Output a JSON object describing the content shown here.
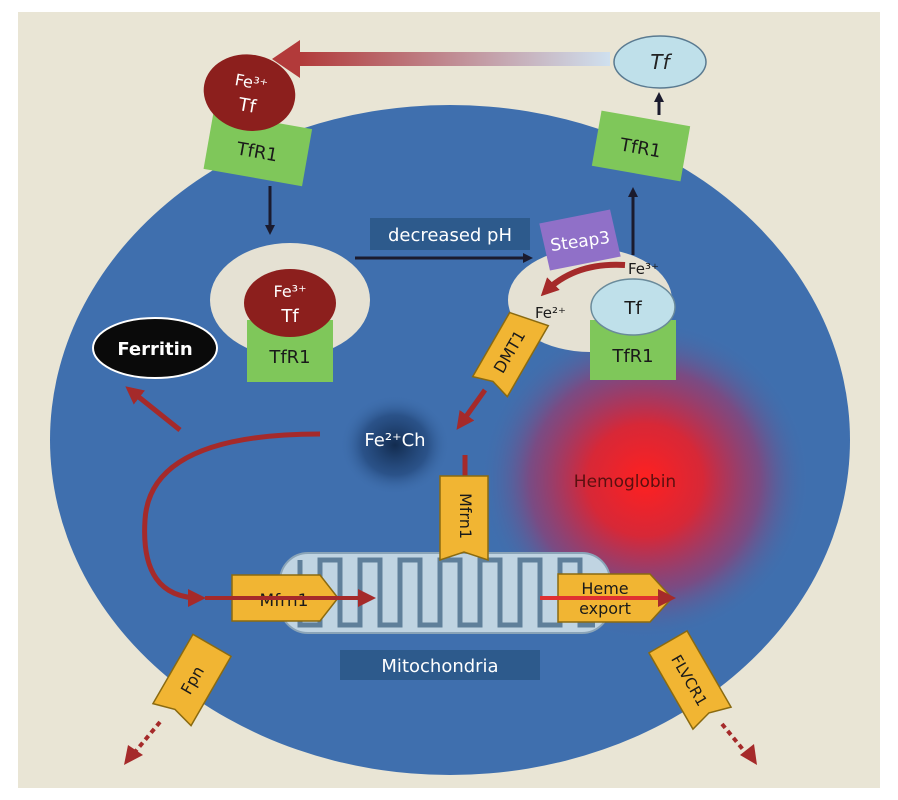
{
  "labels": {
    "tf_out": "Tf",
    "tfr1_out": "TfR1",
    "fe3_top": "Fe³⁺",
    "tf_top": "Tf",
    "tfr1_top": "TfR1",
    "decreased_ph": "decreased pH",
    "fe3_endo": "Fe³⁺",
    "tf_endo": "Tf",
    "tfr1_endo": "TfR1",
    "steap3": "Steap3",
    "fe3_right": "Fe³⁺",
    "fe2_right": "Fe²⁺",
    "tf_right": "Tf",
    "tfr1_right": "TfR1",
    "dmt1": "DMT1",
    "ferritin": "Ferritin",
    "fe_ch": "Fe²⁺Ch",
    "hemoglobin": "Hemoglobin",
    "mfrn1_vertical": "Mfrn1",
    "mfrn1_left": "Mfrn1",
    "heme_export_1": "Heme",
    "heme_export_2": "export",
    "mitochondria": "Mitochondria",
    "fpn": "Fpn",
    "flvcr1": "FLVCR1"
  },
  "colors": {
    "cell": "#3f6fae",
    "background": "#e9e5d5",
    "tfr1": "#7fc75a",
    "fe_tf": "#8c1f1d",
    "transporter": "#f1b533",
    "arrow": "#a52a2a",
    "steap3": "#9070c8",
    "tf_light": "#bfe0ea",
    "hemoglobin": "#e8202a"
  }
}
